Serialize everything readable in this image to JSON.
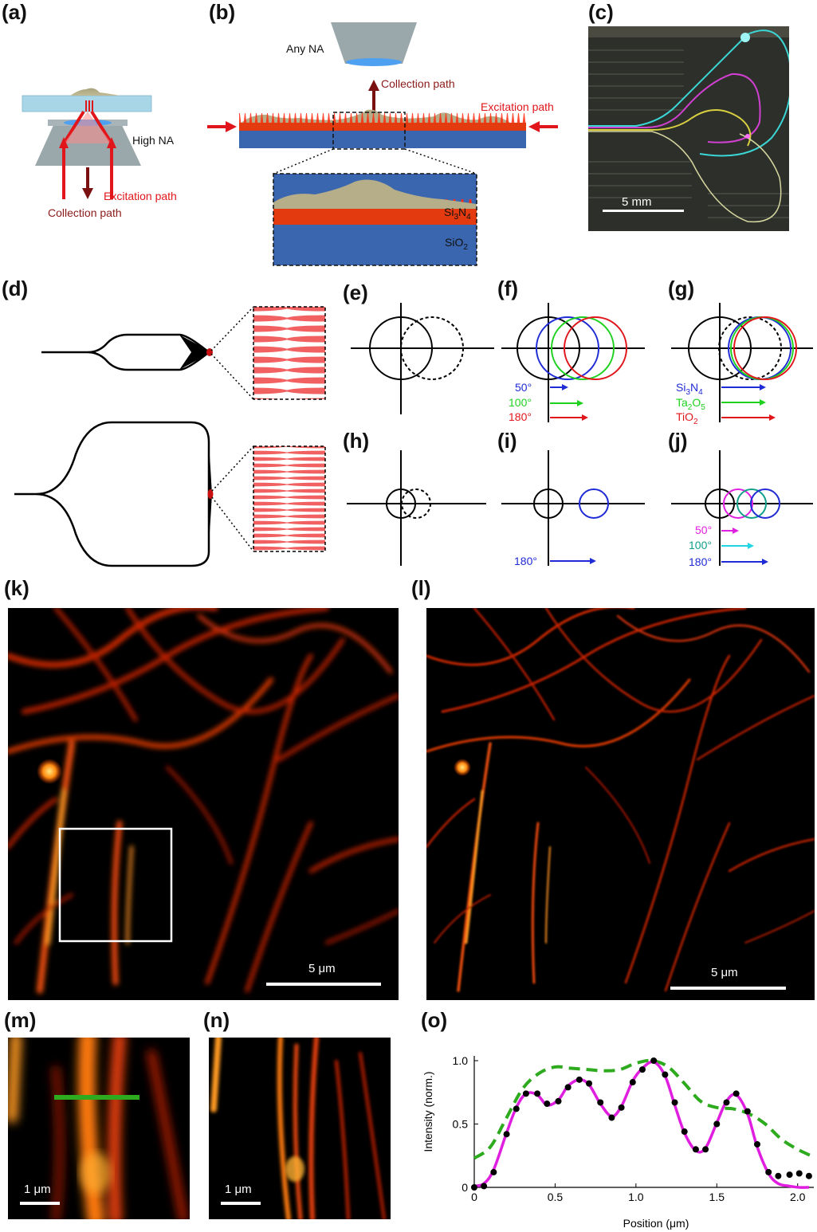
{
  "panels": {
    "a": "(a)",
    "b": "(b)",
    "c": "(c)",
    "d": "(d)",
    "e": "(e)",
    "f": "(f)",
    "g": "(g)",
    "h": "(h)",
    "i": "(i)",
    "j": "(j)",
    "k": "(k)",
    "l": "(l)",
    "m": "(m)",
    "n": "(n)",
    "o": "(o)"
  },
  "panel_a": {
    "high_na": "High NA",
    "excitation_path": "Excitation path",
    "collection_path": "Collection path"
  },
  "panel_b": {
    "any_na": "Any NA",
    "collection_path": "Collection path",
    "excitation_path": "Excitation path",
    "si3n4": "Si",
    "si3n4_sub1": "3",
    "si3n4_n": "N",
    "si3n4_sub2": "4",
    "sio2": "SiO",
    "sio2_sub": "2"
  },
  "panel_c": {
    "scale": "5 mm"
  },
  "panel_f": {
    "angles": [
      "50°",
      "100°",
      "180°"
    ]
  },
  "panel_g": {
    "materials": [
      {
        "base": "Si",
        "s1": "3",
        "mid": "N",
        "s2": "4"
      },
      {
        "base": "Ta",
        "s1": "2",
        "mid": "O",
        "s2": "5"
      },
      {
        "base": "TiO",
        "s1": "2",
        "mid": "",
        "s2": ""
      }
    ]
  },
  "panel_i": {
    "angle": "180°"
  },
  "panel_j": {
    "angles": [
      "50°",
      "100°",
      "180°"
    ]
  },
  "panel_k": {
    "scale": "5 μm"
  },
  "panel_l": {
    "scale": "5 μm"
  },
  "panel_m": {
    "scale": "1 μm"
  },
  "panel_n": {
    "scale": "1 μm"
  },
  "colors": {
    "blue": "#1f2bd6",
    "green": "#1fd11f",
    "red": "#e0161b",
    "magenta": "#e020e0",
    "teal": "#11a08a",
    "cyan": "#22d6e6",
    "fit": "#e01ee0",
    "wide": "#2eaa1f"
  },
  "chart_data": {
    "type": "line",
    "xlabel": "Position (μm)",
    "ylabel": "Intensity (norm.)",
    "xlim": [
      0,
      2.1
    ],
    "ylim": [
      0,
      1.0
    ],
    "xticks": [
      0,
      0.5,
      1.0,
      1.5,
      2.0
    ],
    "xtick_labels": [
      "0",
      "0.5",
      "1.0",
      "1.5",
      "2.0"
    ],
    "yticks": [
      0,
      0.5,
      1.0
    ],
    "ytick_labels": [
      "0",
      "0.5",
      "1.0"
    ],
    "series": [
      {
        "style": "dots",
        "x": [
          0.0,
          0.06,
          0.12,
          0.2,
          0.26,
          0.32,
          0.39,
          0.45,
          0.52,
          0.58,
          0.65,
          0.71,
          0.78,
          0.85,
          0.91,
          0.98,
          1.04,
          1.11,
          1.18,
          1.24,
          1.3,
          1.37,
          1.43,
          1.5,
          1.56,
          1.62,
          1.69,
          1.75,
          1.82,
          1.88,
          1.95,
          2.01,
          2.07
        ],
        "y": [
          0.0,
          0.01,
          0.12,
          0.42,
          0.62,
          0.74,
          0.74,
          0.66,
          0.68,
          0.79,
          0.85,
          0.82,
          0.67,
          0.55,
          0.63,
          0.83,
          0.93,
          1.0,
          0.89,
          0.67,
          0.44,
          0.3,
          0.3,
          0.5,
          0.67,
          0.74,
          0.6,
          0.34,
          0.12,
          0.09,
          0.1,
          0.11,
          0.09
        ]
      },
      {
        "style": "solid",
        "x": [
          0.0,
          0.06,
          0.12,
          0.2,
          0.26,
          0.32,
          0.39,
          0.45,
          0.52,
          0.58,
          0.65,
          0.71,
          0.78,
          0.85,
          0.91,
          0.98,
          1.04,
          1.11,
          1.18,
          1.24,
          1.3,
          1.37,
          1.43,
          1.5,
          1.56,
          1.62,
          1.69,
          1.75,
          1.82,
          1.88,
          1.95,
          2.01,
          2.07
        ],
        "y": [
          0.01,
          0.03,
          0.14,
          0.43,
          0.63,
          0.74,
          0.73,
          0.65,
          0.69,
          0.8,
          0.85,
          0.81,
          0.66,
          0.56,
          0.64,
          0.84,
          0.94,
          0.99,
          0.88,
          0.65,
          0.43,
          0.29,
          0.31,
          0.51,
          0.68,
          0.73,
          0.58,
          0.32,
          0.11,
          0.03,
          0.01,
          0.0,
          0.0
        ]
      },
      {
        "style": "dashed",
        "x": [
          0.0,
          0.1,
          0.2,
          0.3,
          0.4,
          0.5,
          0.6,
          0.7,
          0.8,
          0.9,
          1.0,
          1.1,
          1.2,
          1.3,
          1.4,
          1.5,
          1.6,
          1.7,
          1.8,
          1.9,
          2.0,
          2.1
        ],
        "y": [
          0.23,
          0.32,
          0.55,
          0.78,
          0.9,
          0.95,
          0.94,
          0.93,
          0.92,
          0.93,
          0.98,
          1.0,
          0.95,
          0.82,
          0.68,
          0.63,
          0.62,
          0.58,
          0.5,
          0.38,
          0.3,
          0.24
        ]
      }
    ]
  }
}
